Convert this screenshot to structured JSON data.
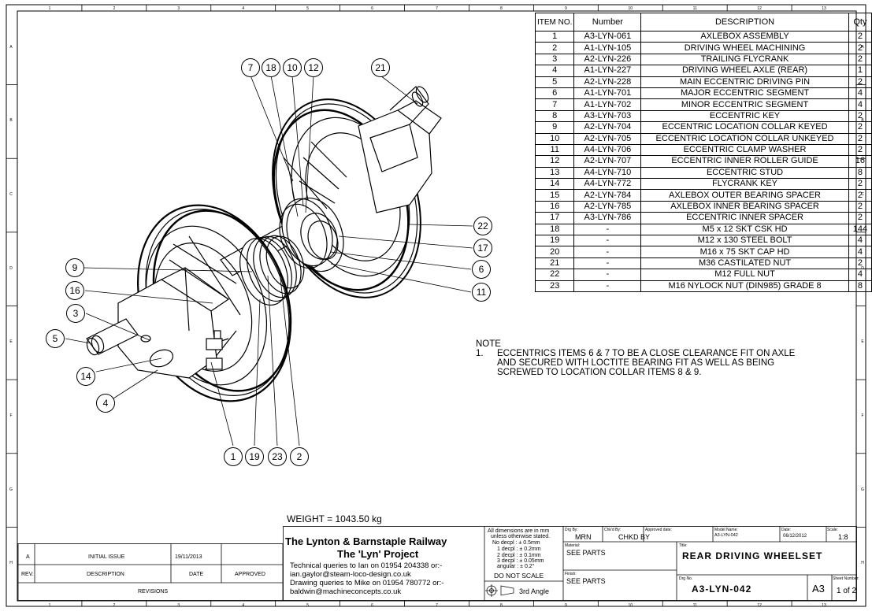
{
  "bom": {
    "headers": [
      "ITEM NO.",
      "Number",
      "DESCRIPTION",
      "Qty"
    ],
    "rows": [
      [
        "1",
        "A3-LYN-061",
        "AXLEBOX ASSEMBLY",
        "2"
      ],
      [
        "2",
        "A1-LYN-105",
        "DRIVING WHEEL MACHINING",
        "2"
      ],
      [
        "3",
        "A2-LYN-226",
        "TRAILING FLYCRANK",
        "2"
      ],
      [
        "4",
        "A1-LYN-227",
        "DRIVING WHEEL AXLE (REAR)",
        "1"
      ],
      [
        "5",
        "A2-LYN-228",
        "MAIN ECCENTRIC DRIVING PIN",
        "2"
      ],
      [
        "6",
        "A1-LYN-701",
        "MAJOR ECCENTRIC SEGMENT",
        "4"
      ],
      [
        "7",
        "A1-LYN-702",
        "MINOR ECCENTRIC SEGMENT",
        "4"
      ],
      [
        "8",
        "A3-LYN-703",
        "ECCENTRIC KEY",
        "2"
      ],
      [
        "9",
        "A2-LYN-704",
        "ECCENTRIC LOCATION COLLAR KEYED",
        "2"
      ],
      [
        "10",
        "A2-LYN-705",
        "ECCENTRIC LOCATION COLLAR UNKEYED",
        "2"
      ],
      [
        "11",
        "A4-LYN-706",
        "ECCENTRIC CLAMP WASHER",
        "2"
      ],
      [
        "12",
        "A2-LYN-707",
        "ECCENTRIC INNER ROLLER GUIDE",
        "16"
      ],
      [
        "13",
        "A4-LYN-710",
        "ECCENTRIC STUD",
        "8"
      ],
      [
        "14",
        "A4-LYN-772",
        "FLYCRANK KEY",
        "2"
      ],
      [
        "15",
        "A2-LYN-784",
        "AXLEBOX OUTER BEARING SPACER",
        "2"
      ],
      [
        "16",
        "A2-LYN-785",
        "AXLEBOX INNER BEARING SPACER",
        "2"
      ],
      [
        "17",
        "A3-LYN-786",
        "ECCENTRIC INNER SPACER",
        "2"
      ],
      [
        "18",
        "-",
        "M5 x 12 SKT CSK HD",
        "144"
      ],
      [
        "19",
        "-",
        "M12 x 130 STEEL BOLT",
        "4"
      ],
      [
        "20",
        "-",
        "M16 x 75 SKT CAP HD",
        "4"
      ],
      [
        "21",
        "-",
        "M36 CASTILATED NUT",
        "2"
      ],
      [
        "22",
        "-",
        "M12 FULL NUT",
        "4"
      ],
      [
        "23",
        "-",
        "M16 NYLOCK NUT (DIN985) GRADE 8",
        "8"
      ]
    ]
  },
  "note": {
    "heading": "NOTE",
    "number": "1.",
    "lines": [
      "ECCENTRICS ITEMS 6 & 7 TO BE A CLOSE CLEARANCE FIT ON AXLE",
      "AND SECURED WITH LOCTITE BEARING FIT AS WELL AS BEING",
      "SCREWED TO LOCATION COLLAR ITEMS 8 & 9."
    ]
  },
  "weight": "WEIGHT = 1043.50 kg",
  "balloons": [
    "7",
    "18",
    "10",
    "12",
    "21",
    "22",
    "17",
    "6",
    "11",
    "9",
    "16",
    "3",
    "5",
    "14",
    "4",
    "1",
    "19",
    "23",
    "2"
  ],
  "border_numbers_top": [
    "1",
    "2",
    "3",
    "4",
    "5",
    "6",
    "7",
    "8",
    "9",
    "10",
    "11",
    "12",
    "13"
  ],
  "border_letters": [
    "A",
    "B",
    "C",
    "D",
    "E",
    "F",
    "G",
    "H"
  ],
  "revisions": {
    "row_rev": "A",
    "row_desc": "INITIAL ISSUE",
    "row_date": "19/11/2013",
    "h_rev": "REV.",
    "h_desc": "DESCRIPTION",
    "h_date": "DATE",
    "h_approved": "APPROVED",
    "footer": "REVISIONS"
  },
  "company": {
    "line1": "The Lynton & Barnstaple Railway",
    "line2": "The 'Lyn' Project",
    "q1": "Technical queries to Ian on 01954 204338 or:-",
    "q2": "ian.gaylor@steam-loco-design.co.uk",
    "q3": "Drawing queries to Mike on 01954 780772 or:-",
    "q4": "baldwin@machineconcepts.co.uk"
  },
  "tolerances": {
    "l1": "All dimensions are in mm",
    "l2": "unless otherwise stated.",
    "l3": "No decpl : ± 0.5mm",
    "l4": "1 decpl : ± 0.2mm",
    "l5": "2 decpl : ± 0.1mm",
    "l6": "3 decpl : ± 0.05mm",
    "l7": "angular : ± 0.2°",
    "dns": "DO NOT SCALE",
    "angle": "3rd Angle"
  },
  "titleblock": {
    "drg_by_label": "Drg By:",
    "drg_by": "MRN",
    "chkd_label": "Chk'd By:",
    "chkd": "CHKD BY",
    "approved_label": "Approved date:",
    "model_label": "Model Name:",
    "model": "A3-LYN-042",
    "date_label": "Date:",
    "date": "06/12/2012",
    "scale_label": "Scale:",
    "scale": "1:8",
    "material_label": "Material:",
    "material": "SEE PARTS",
    "finish_label": "Finish:",
    "finish": "SEE PARTS",
    "title_label": "Title:",
    "title": "REAR DRIVING WHEELSET",
    "drg_no_label": "Drg No.",
    "drg_no": "A3-LYN-042",
    "size": "A3",
    "sheet_label": "Sheet Number:",
    "sheet": "1 of 2"
  }
}
